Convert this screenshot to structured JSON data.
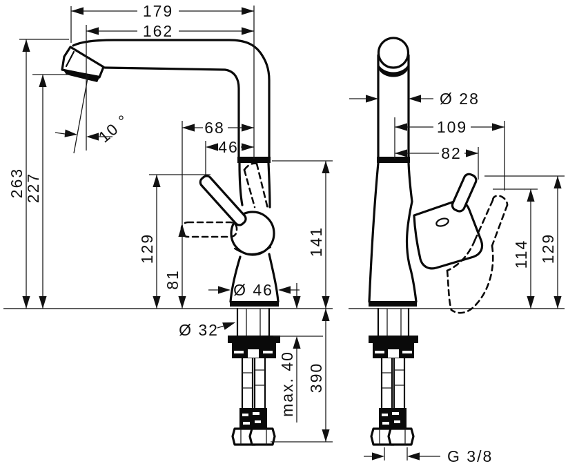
{
  "colors": {
    "ink": "#111111",
    "background": "#ffffff"
  },
  "dims": {
    "left": {
      "spout_reach_total": "179",
      "spout_reach_aerator": "162",
      "height_total": "263",
      "height_aerator": "227",
      "spray_angle": "10 °",
      "handle_proj_low": "68",
      "handle_proj_high": "46",
      "spout_joint_height": "141",
      "handle_height_raised": "129",
      "handle_height_lowered": "81",
      "base_dia": "Ø 46",
      "shank_dia": "Ø 32",
      "deck_max": "max. 40",
      "hose_length": "390"
    },
    "right": {
      "spout_dia": "Ø 28",
      "handle_proj_tilted": "109",
      "handle_proj_upright": "82",
      "handle_height_tilted": "114",
      "handle_height_upright": "129",
      "connection_thread": "G 3/8"
    }
  }
}
